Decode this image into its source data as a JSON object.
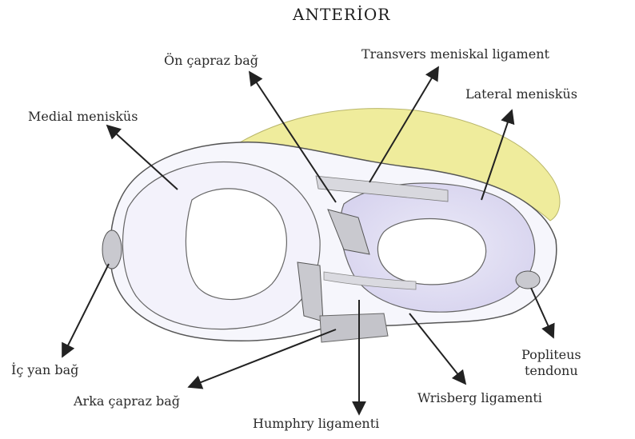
{
  "title": "ANTERİOR",
  "labels": {
    "on_capraz_bag": "Ön çapraz bağ",
    "transvers_meniskal": "Transvers meniskal ligament",
    "medial_menisk": "Medial menisküs",
    "lateral_menisk": "Lateral menisküs",
    "ic_yan_bag": "İç yan bağ",
    "popliteus": "Popliteus\ntendonu",
    "arka_capraz_bag": "Arka çapraz bağ",
    "wrisberg": "Wrisberg ligamenti",
    "humphry": "Humphry ligamenti"
  },
  "colors": {
    "background": "#ffffff",
    "tibia_fill": "#f4f4fb",
    "meniscus_shade": "#e2def4",
    "fat_pad": "#efec9c",
    "outline": "#555555",
    "arrow": "#222222",
    "ligament": "#c9c9cf"
  }
}
